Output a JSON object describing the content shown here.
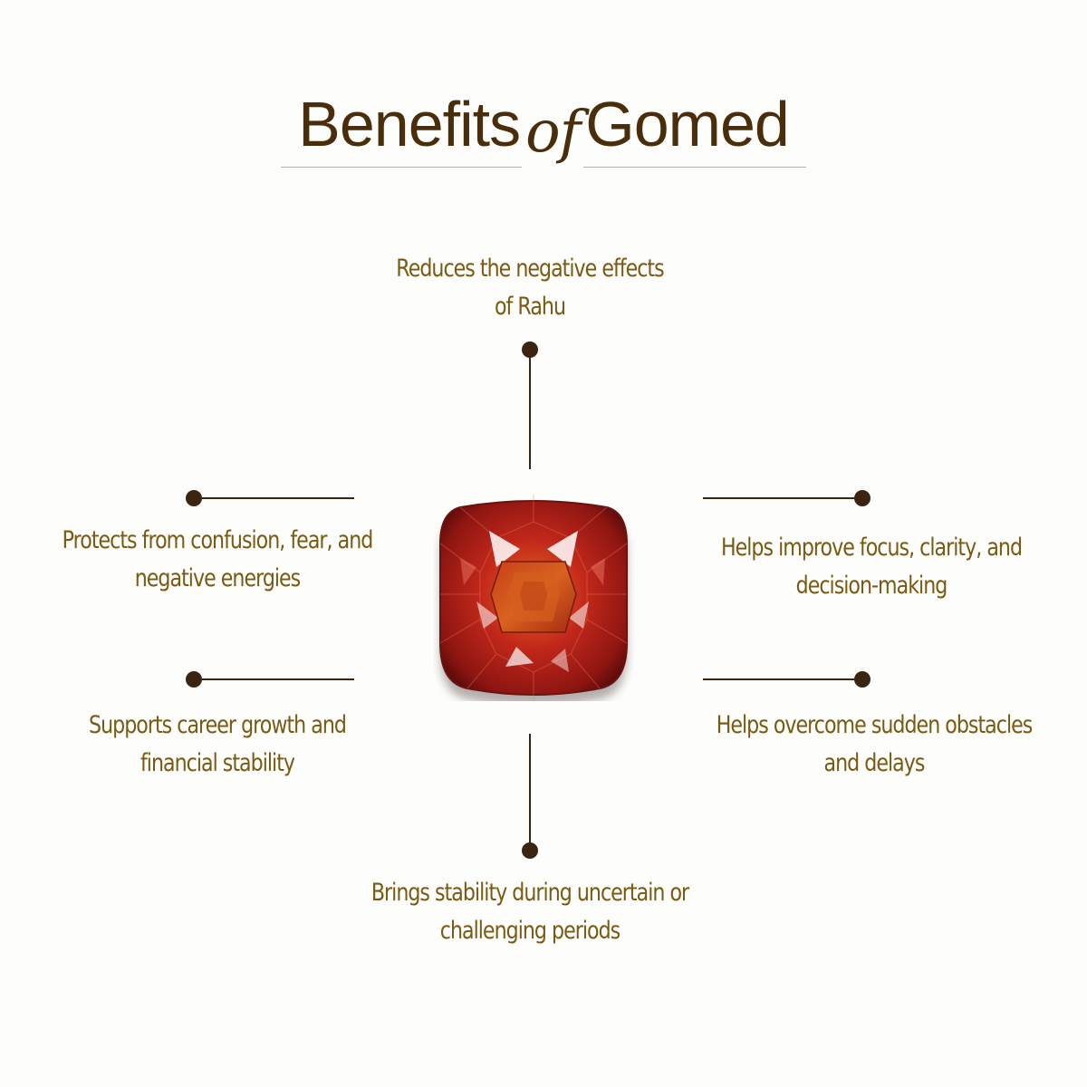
{
  "title": {
    "word1": "Benefits",
    "connector": "of",
    "word2": "Gomed"
  },
  "benefits": {
    "top": "Reduces the negative effects of Rahu",
    "left_upper": "Protects from confusion, fear, and negative energies",
    "left_lower": "Supports career growth and financial stability",
    "right_upper": "Helps improve focus, clarity, and decision-making",
    "right_lower": "Helps overcome sudden obstacles and delays",
    "bottom": "Brings stability during uncertain or challenging periods"
  },
  "colors": {
    "title": "#4a2e0c",
    "benefit_text": "#7a5a12",
    "connector_lines": "#3b2410",
    "gem_primary": "#c0281a",
    "gem_center": "#d2521c"
  },
  "icons": {
    "center": "gomed-gemstone-icon"
  }
}
